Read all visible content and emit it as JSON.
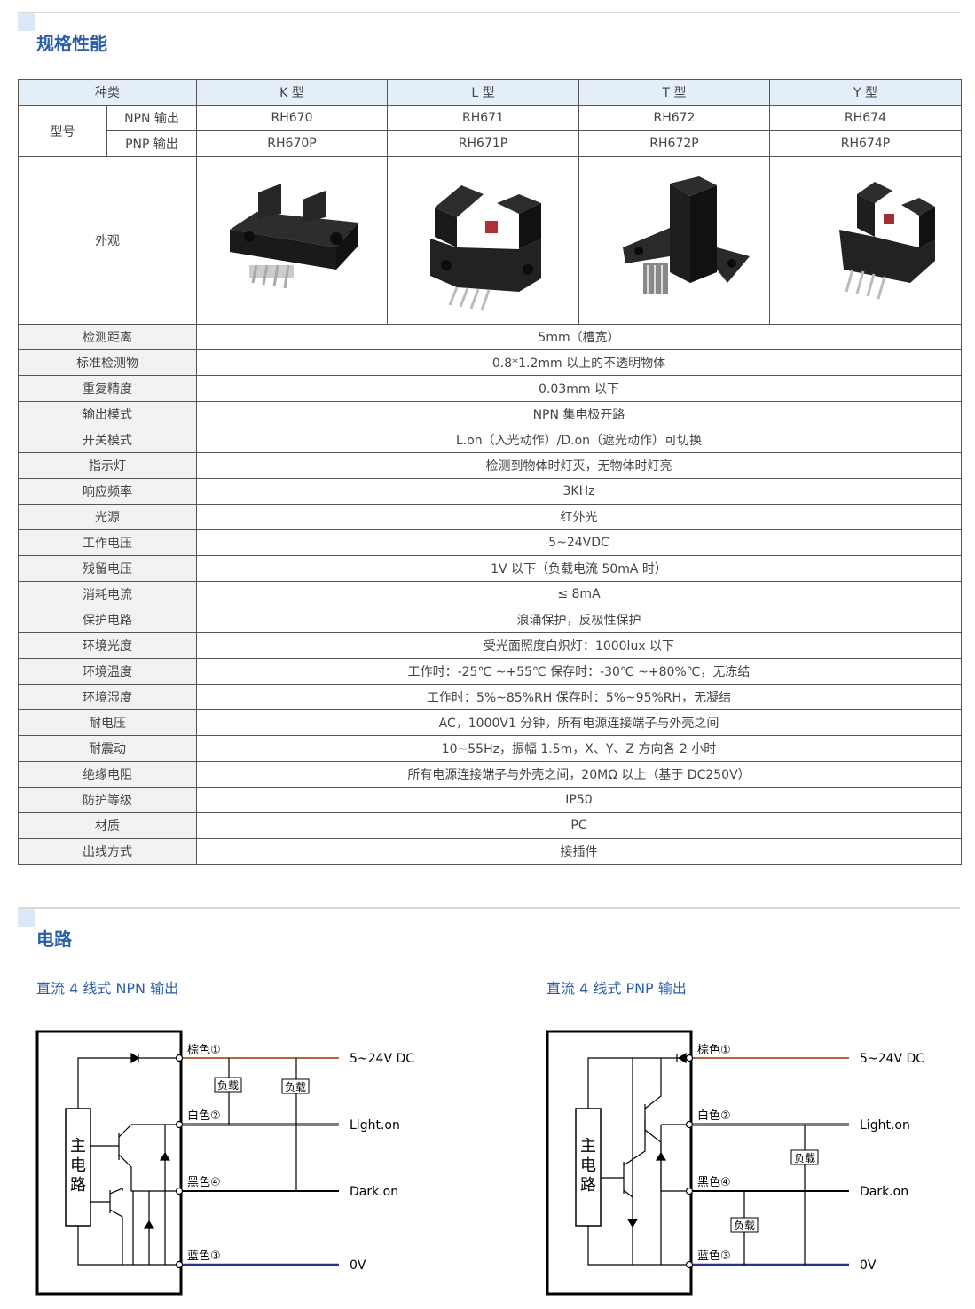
{
  "sections": {
    "spec_title": "规格性能",
    "circuit_title": "电路"
  },
  "table": {
    "header": [
      "种类",
      "K 型",
      "L 型",
      "T 型",
      "Y 型"
    ],
    "model_label": "型号",
    "npn_label": "NPN 输出",
    "pnp_label": "PNP 输出",
    "npn_models": [
      "RH670",
      "RH671",
      "RH672",
      "RH674"
    ],
    "pnp_models": [
      "RH670P",
      "RH671P",
      "RH672P",
      "RH674P"
    ],
    "appearance_label": "外观",
    "rows": [
      {
        "label": "检测距离",
        "value": "5mm（槽宽）"
      },
      {
        "label": "标准检测物",
        "value": "0.8*1.2mm 以上的不透明物体"
      },
      {
        "label": "重复精度",
        "value": "0.03mm 以下"
      },
      {
        "label": "输出模式",
        "value": "NPN 集电极开路"
      },
      {
        "label": "开关模式",
        "value": "L.on（入光动作）/D.on（遮光动作）可切换"
      },
      {
        "label": "指示灯",
        "value": "检测到物体时灯灭，无物体时灯亮"
      },
      {
        "label": "响应频率",
        "value": "3KHz"
      },
      {
        "label": "光源",
        "value": "红外光"
      },
      {
        "label": "工作电压",
        "value": "5~24VDC"
      },
      {
        "label": "残留电压",
        "value": "1V 以下（负载电流 50mA 时）"
      },
      {
        "label": "消耗电流",
        "value": "≤ 8mA"
      },
      {
        "label": "保护电路",
        "value": "浪涌保护，反极性保护"
      },
      {
        "label": "环境光度",
        "value": "受光面照度白炽灯：1000lux 以下"
      },
      {
        "label": "环境温度",
        "value": "工作时：-25℃ ~+55℃    保存时：-30℃ ~+80%℃，无冻结"
      },
      {
        "label": "环境湿度",
        "value": "工作时：5%~85%RH   保存时：5%~95%RH，无凝结"
      },
      {
        "label": "耐电压",
        "value": "AC，1000V1 分钟，所有电源连接端子与外壳之间"
      },
      {
        "label": "耐震动",
        "value": "10~55Hz，振幅 1.5m，X、Y、Z 方向各 2 小时"
      },
      {
        "label": "绝缘电阻",
        "value": "所有电源连接端子与外壳之间，20MΩ 以上（基于 DC250V）"
      },
      {
        "label": "防护等级",
        "value": "IP50"
      },
      {
        "label": "材质",
        "value": "PC"
      },
      {
        "label": "出线方式",
        "value": "接插件"
      }
    ]
  },
  "circuits": {
    "npn": {
      "title": "直流 4 线式 NPN 输出",
      "main_label": [
        "主",
        "电",
        "路"
      ],
      "brown": "棕色①",
      "white": "白色②",
      "black": "黑色④",
      "blue": "蓝色③",
      "load": "负载",
      "v_label": "5~24V DC",
      "light": "Light.on",
      "dark": "Dark.on",
      "zero": "0V"
    },
    "pnp": {
      "title": "直流 4 线式 PNP 输出",
      "main_label": [
        "主",
        "电",
        "路"
      ],
      "brown": "棕色①",
      "white": "白色②",
      "black": "黑色④",
      "blue": "蓝色③",
      "load": "负载",
      "v_label": "5~24V DC",
      "light": "Light.on",
      "dark": "Dark.on",
      "zero": "0V"
    }
  },
  "colors": {
    "accent": "#2a5ea8",
    "brown_wire": "#b5673e",
    "blue_wire": "#2b2f8f"
  }
}
